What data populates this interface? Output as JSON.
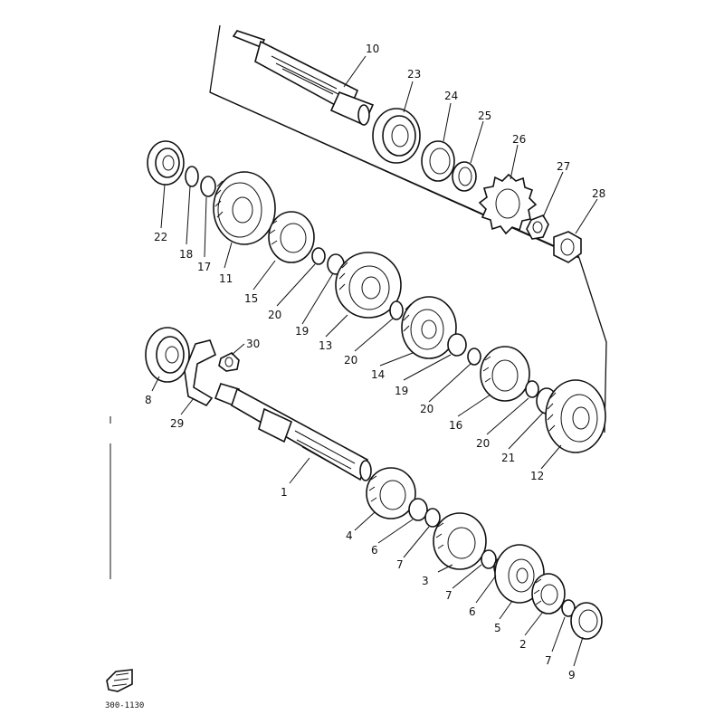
{
  "diagram": {
    "part_numbers": {
      "p1": "1",
      "p2": "2",
      "p3": "3",
      "p4": "4",
      "p5": "5",
      "p6a": "6",
      "p6b": "6",
      "p7a": "7",
      "p7b": "7",
      "p7c": "7",
      "p8": "8",
      "p9": "9",
      "p10": "10",
      "p11": "11",
      "p12": "12",
      "p13": "13",
      "p14": "14",
      "p15": "15",
      "p16": "16",
      "p17": "17",
      "p18": "18",
      "p19a": "19",
      "p19b": "19",
      "p20a": "20",
      "p20b": "20",
      "p20c": "20",
      "p20d": "20",
      "p21": "21",
      "p22": "22",
      "p23": "23",
      "p24": "24",
      "p25": "25",
      "p26": "26",
      "p27": "27",
      "p28": "28",
      "p29": "29",
      "p30": "30"
    },
    "code": "300-1130"
  }
}
